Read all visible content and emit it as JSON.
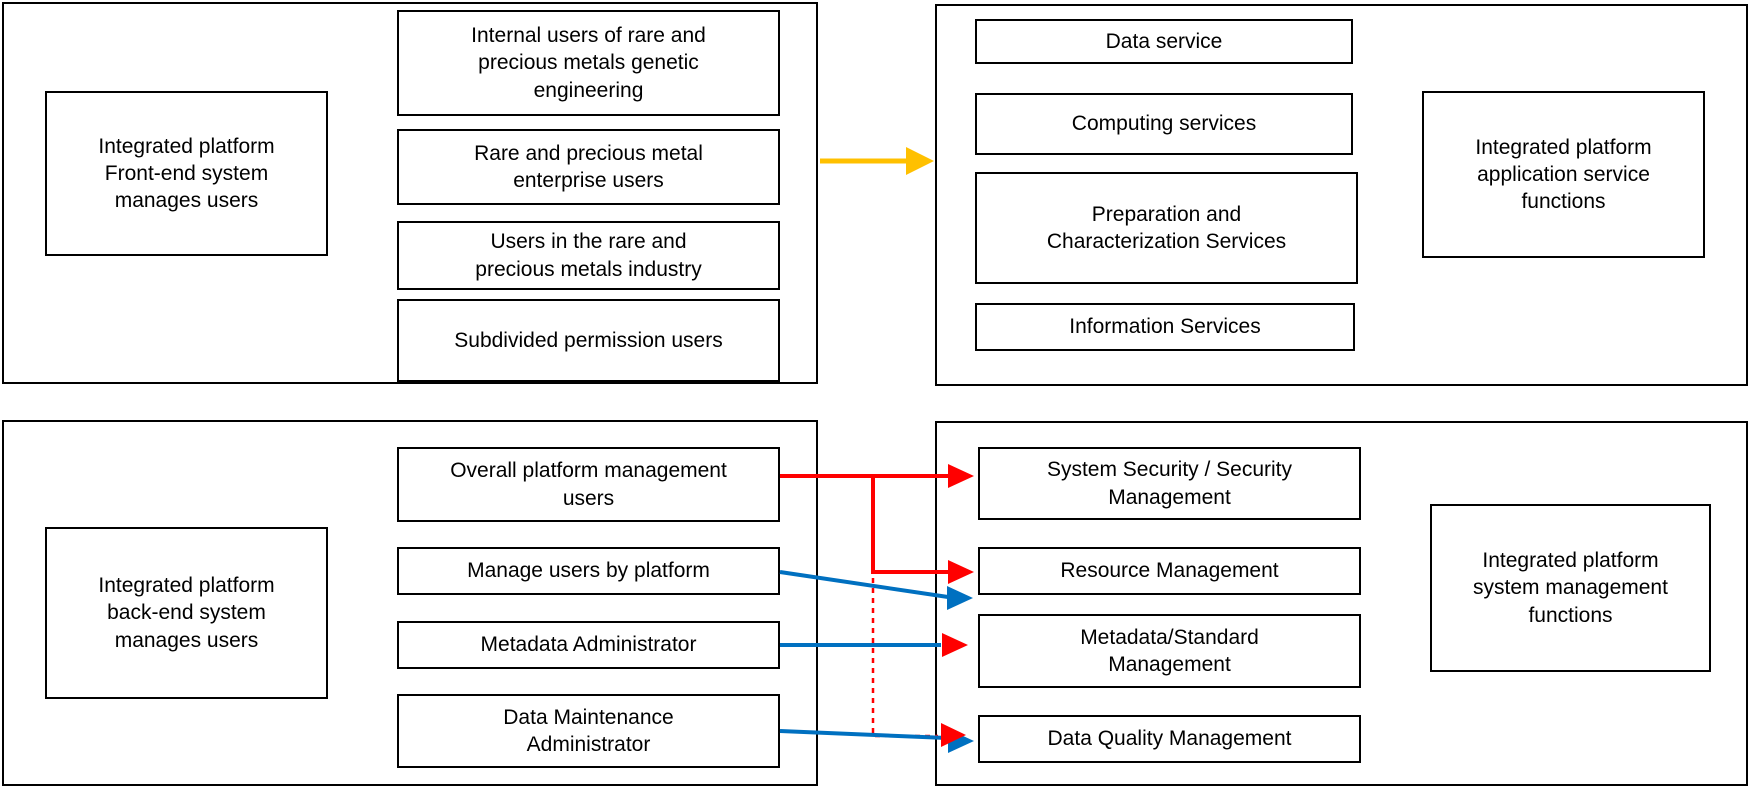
{
  "diagram": {
    "front_end_group": {
      "label": "Integrated platform\nFront-end system\nmanages users",
      "items": [
        "Internal users of rare and\nprecious metals genetic\nengineering",
        "Rare and precious metal\nenterprise users",
        "Users in the rare and\nprecious metals industry",
        "Subdivided permission users"
      ]
    },
    "application_services_group": {
      "items": [
        "Data service",
        "Computing services",
        "Preparation and\nCharacterization Services",
        "Information Services"
      ],
      "label": "Integrated platform\napplication service\nfunctions"
    },
    "back_end_group": {
      "label": "Integrated platform\nback-end system\nmanages users",
      "items": [
        "Overall platform management\nusers",
        "Manage users by platform",
        "Metadata Administrator",
        "Data Maintenance\nAdministrator"
      ]
    },
    "system_management_group": {
      "items": [
        "System Security / Security\nManagement",
        "Resource Management",
        "Metadata/Standard\nManagement",
        "Data Quality Management"
      ],
      "label": "Integrated platform\nsystem management\nfunctions"
    },
    "colors": {
      "yellow_arrow": "#FFC000",
      "red_arrow": "#FF0000",
      "blue_arrow": "#0070C0"
    }
  }
}
